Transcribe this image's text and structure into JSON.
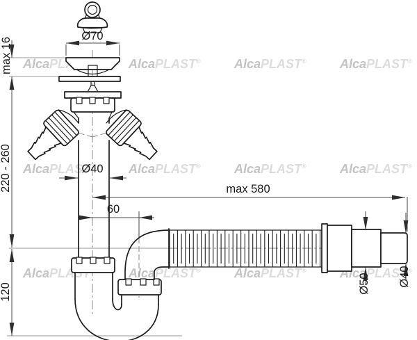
{
  "drawing": {
    "title": "sink siphon with flexible hose - dimensioned technical drawing",
    "watermark": {
      "brand_bold": "Alca",
      "brand_light": "PLAST",
      "registered": "®"
    },
    "dimensions": {
      "plug_flange_diameter": "Ø70",
      "flange_height": "max 16",
      "inlet_height_range": "220 - 260",
      "pipe_diameter": "Ø40",
      "hose_max_length": "max 580",
      "elbow_offset": "60",
      "trap_depth": "120",
      "outlet_collar_diameter": "Ø50",
      "outlet_diameter": "Ø40"
    }
  }
}
